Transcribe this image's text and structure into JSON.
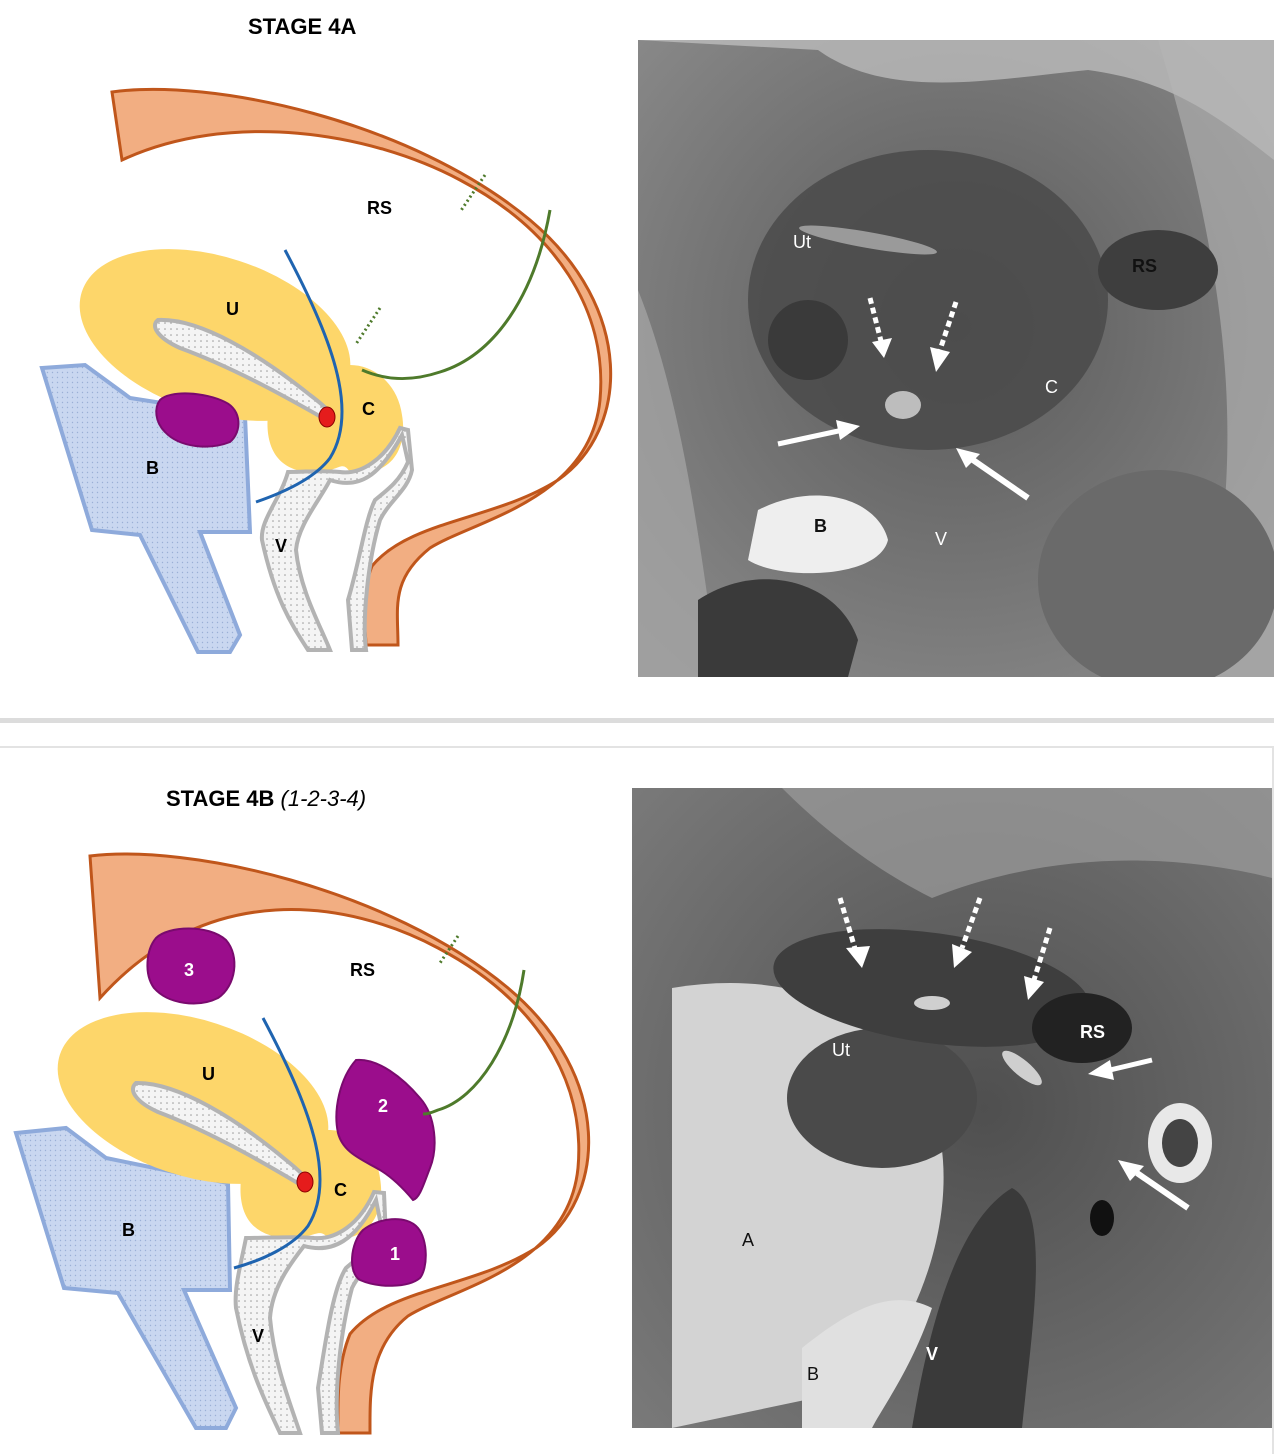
{
  "panel_a": {
    "title": "STAGE 4A",
    "diagram_labels": {
      "rs": "RS",
      "u": "U",
      "c": "C",
      "b": "B",
      "v": "V"
    },
    "mri_labels": {
      "ut": "Ut",
      "rs": "RS",
      "c": "C",
      "b": "B",
      "v": "V"
    }
  },
  "panel_b": {
    "title": "STAGE 4B",
    "title_sub": "(1-2-3-4)",
    "diagram_labels": {
      "rs": "RS",
      "u": "U",
      "c": "C",
      "b": "B",
      "v": "V",
      "lesion_1": "1",
      "lesion_2": "2",
      "lesion_3": "3"
    },
    "mri_labels": {
      "ut": "Ut",
      "rs": "RS",
      "a": "A",
      "b": "B",
      "v": "V"
    }
  },
  "colors": {
    "rectum": "#f2ae82",
    "rectum_stroke": "#c0561b",
    "uterus": "#fdd66a",
    "bladder": "#c9d7f0",
    "bladder_stroke": "#8eaadb",
    "vagina_stroke": "#b3b3b3",
    "lesion": "#9b0d8c",
    "blue_line": "#1f64b0",
    "green_line": "#4e7a2b",
    "red_dot": "#e51c1c"
  }
}
